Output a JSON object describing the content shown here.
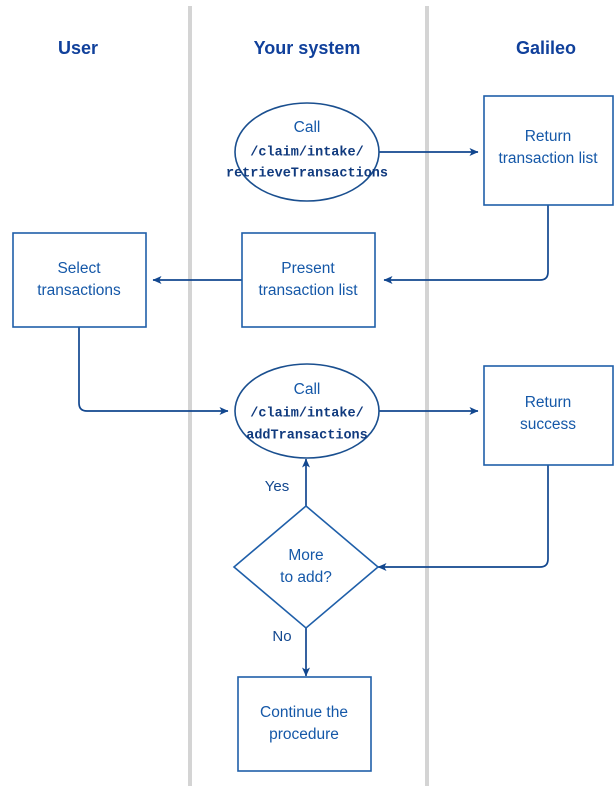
{
  "diagram": {
    "title": "Transaction intake swimlane flowchart",
    "colors": {
      "lane_title": "#10409b",
      "node_stroke": "#1f5fa9",
      "node_text": "#1558a8",
      "mono_text": "#103a7e",
      "edge": "#12478f",
      "lane_divider": "#d4d4d4",
      "background": "#ffffff"
    }
  },
  "lanes": [
    {
      "id": "user",
      "label": "User"
    },
    {
      "id": "your-system",
      "label": "Your system"
    },
    {
      "id": "galileo",
      "label": "Galileo"
    }
  ],
  "nodes": {
    "call_retrieve": {
      "shape": "ellipse",
      "lane": "your-system",
      "line1": "Call",
      "line2": "/claim/intake/",
      "line3": "retrieveTransactions"
    },
    "return_transaction_list": {
      "shape": "rect",
      "lane": "galileo",
      "line1": "Return",
      "line2": "transaction list"
    },
    "present_transaction_list": {
      "shape": "rect",
      "lane": "your-system",
      "line1": "Present",
      "line2": "transaction list"
    },
    "select_transactions": {
      "shape": "rect",
      "lane": "user",
      "line1": "Select",
      "line2": "transactions"
    },
    "call_add": {
      "shape": "ellipse",
      "lane": "your-system",
      "line1": "Call",
      "line2": "/claim/intake/",
      "line3": "addTransactions"
    },
    "return_success": {
      "shape": "rect",
      "lane": "galileo",
      "line1": "Return",
      "line2": "success"
    },
    "more_to_add": {
      "shape": "diamond",
      "lane": "your-system",
      "line1": "More",
      "line2": "to add?"
    },
    "continue_procedure": {
      "shape": "rect",
      "lane": "your-system",
      "line1": "Continue the",
      "line2": "procedure"
    }
  },
  "edge_labels": {
    "yes": "Yes",
    "no": "No"
  }
}
